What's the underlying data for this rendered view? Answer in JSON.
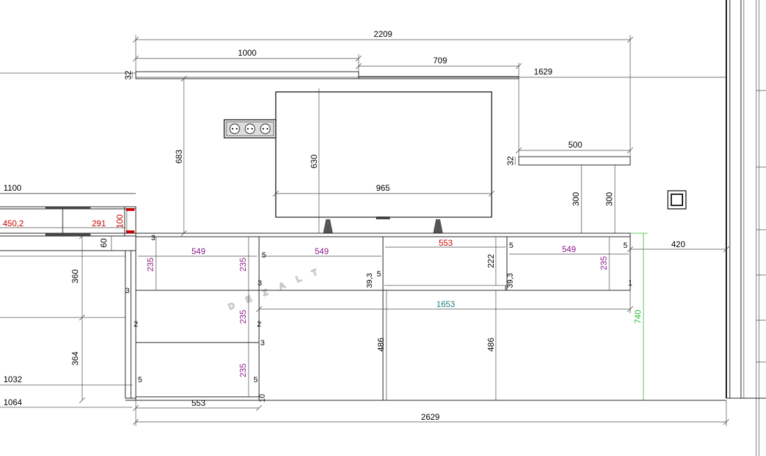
{
  "watermark": "DEZALT",
  "colors": {
    "line": "#222222",
    "red": "#cc0000",
    "purple": "#8b1a8b",
    "teal": "#1f7a7a",
    "green": "#2db82d"
  },
  "dimensions": {
    "d2209": "2209",
    "d1000": "1000",
    "d709": "709",
    "d1629": "1629",
    "d32a": "32",
    "d683": "683",
    "d630": "630",
    "d965": "965",
    "d500": "500",
    "d32b": "32",
    "d300a": "300",
    "d300b": "300",
    "d1100": "1100",
    "d450": "450,2",
    "d291": "291",
    "d100": "100",
    "d60": "60",
    "d360": "360",
    "d364": "364",
    "d1032": "1032",
    "d1064": "1064",
    "d549a": "549",
    "d549b": "549",
    "d553a": "553",
    "d549c": "549",
    "d235a": "235",
    "d235b": "235",
    "d235c": "235",
    "d235d": "235",
    "d235e": "235",
    "d222": "222",
    "d39a": "39,3",
    "d39b": "39,3",
    "d420": "420",
    "d1653": "1653",
    "d740": "740",
    "d486a": "486",
    "d486b": "486",
    "d553b": "553",
    "d2629": "2629",
    "s3a": "3",
    "s3b": "3",
    "s3c": "3",
    "s3d": "3",
    "s2a": "2",
    "s2b": "2",
    "s5a": "5",
    "s5b": "5",
    "s5c": "5",
    "s5d": "5",
    "s5e": "5",
    "s1": "1",
    "s10": "10"
  }
}
